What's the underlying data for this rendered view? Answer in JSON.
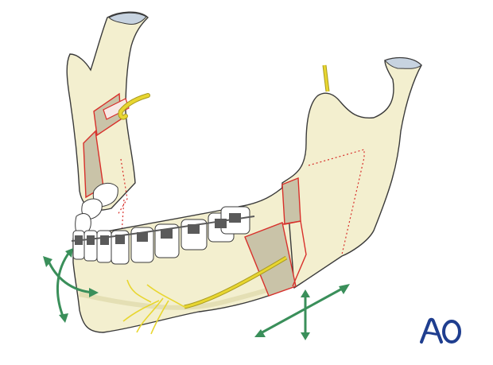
{
  "figure": {
    "subject": "Mandible with orthodontic brackets showing osteotomy cut lines",
    "colors": {
      "bone": "#f3efcf",
      "bone_shade": "#e4dfb4",
      "bone_outline": "#3a3a3a",
      "cartilage": "#c7d3e0",
      "cut_surface": "#c9c3a8",
      "cut_line": "#d8302b",
      "nerve": "#e8d630",
      "nerve_outline": "#a89a20",
      "arrow": "#3a8f5a",
      "tooth": "#ffffff",
      "bracket": "#5a5a5a",
      "logo": "#1f3e8f"
    },
    "elements": [
      {
        "name": "left-ramus",
        "description": "Left ramus with condyle and sagittal split cut"
      },
      {
        "name": "right-ramus",
        "description": "Right ramus with condyle and dotted osteotomy line"
      },
      {
        "name": "body-segment-cut",
        "description": "Body osteotomy segment with nerve crossing"
      },
      {
        "name": "inferior-alveolar-nerve",
        "description": "Nerve entering mandible and branching at mental foramen"
      },
      {
        "name": "dental-arch-with-brackets",
        "description": "Lower teeth fitted with orthodontic brackets and archwire"
      },
      {
        "name": "rotation-arrows",
        "description": "Curved double-headed arrows at chin indicating rotation"
      },
      {
        "name": "translation-arrows",
        "description": "Crossed double-headed arrows indicating segment movement"
      }
    ]
  },
  "logo": {
    "text": "AO"
  }
}
